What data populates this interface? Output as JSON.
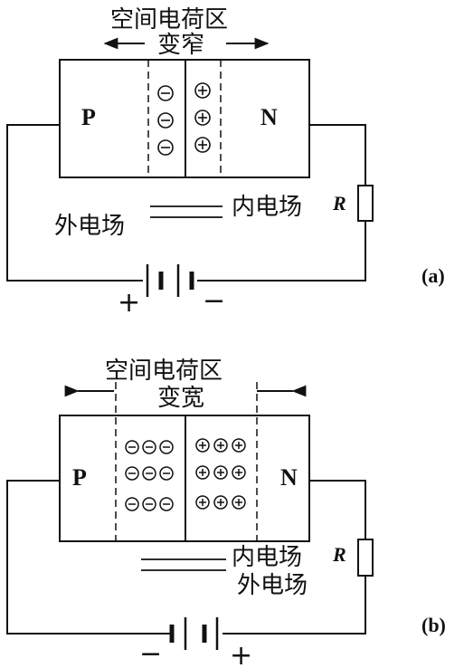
{
  "panel_a": {
    "region_title": "空间电荷区",
    "region_state": "变窄",
    "p_label": "P",
    "n_label": "N",
    "internal_field": "内电场",
    "external_field": "外电场",
    "resistor_label": "R",
    "plus_sign": "+",
    "minus_sign": "−",
    "caption": "(a)",
    "negative_ion": "−",
    "positive_ion": "+"
  },
  "panel_b": {
    "region_title": "空间电荷区",
    "region_state": "变宽",
    "p_label": "P",
    "n_label": "N",
    "internal_field": "内电场",
    "external_field": "外电场",
    "resistor_label": "R",
    "plus_sign": "+",
    "minus_sign": "−",
    "caption": "(b)",
    "negative_ion": "−",
    "positive_ion": "+"
  }
}
